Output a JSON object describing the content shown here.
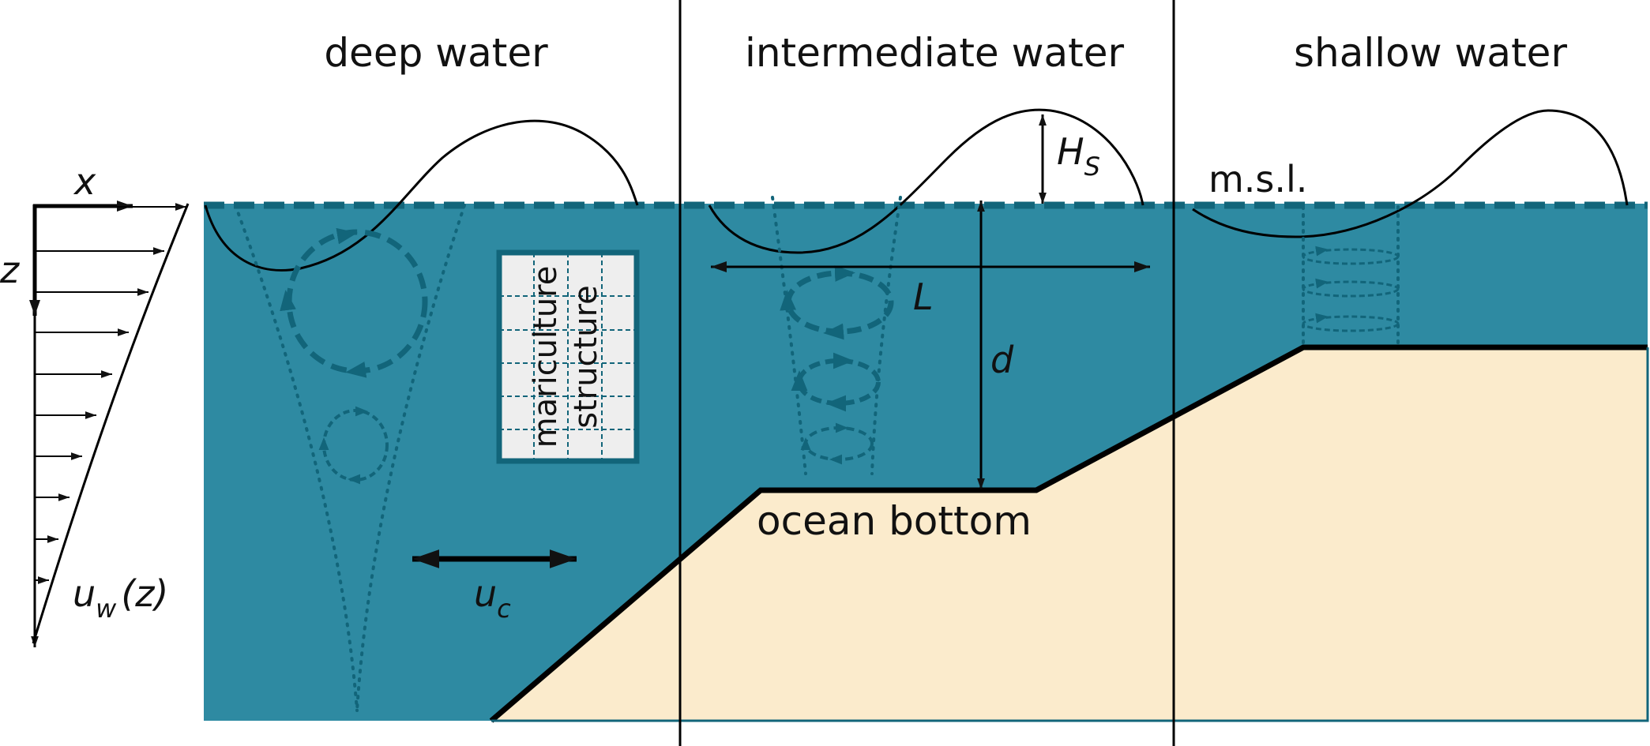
{
  "regions": {
    "deep": "deep water",
    "intermediate": "intermediate water",
    "shallow": "shallow water"
  },
  "labels": {
    "msl": "m.s.l.",
    "ocean_bottom": "ocean bottom",
    "structure_line1": "mariculture",
    "structure_line2": "structure",
    "x_axis": "x",
    "z_axis": "z",
    "wave_height_main": "H",
    "wave_height_sub": "S",
    "wavelength": "L",
    "depth": "d",
    "current_main": "u",
    "current_sub": "c",
    "orbital_main": "u",
    "orbital_sub": "w",
    "orbital_arg": "(z)"
  },
  "colors": {
    "water": "#2e8aa2",
    "sand": "#fbebcc",
    "dark_teal": "#12657a",
    "line": "#111111",
    "box_fill": "#eeeeee",
    "box_border": "#12657a"
  }
}
